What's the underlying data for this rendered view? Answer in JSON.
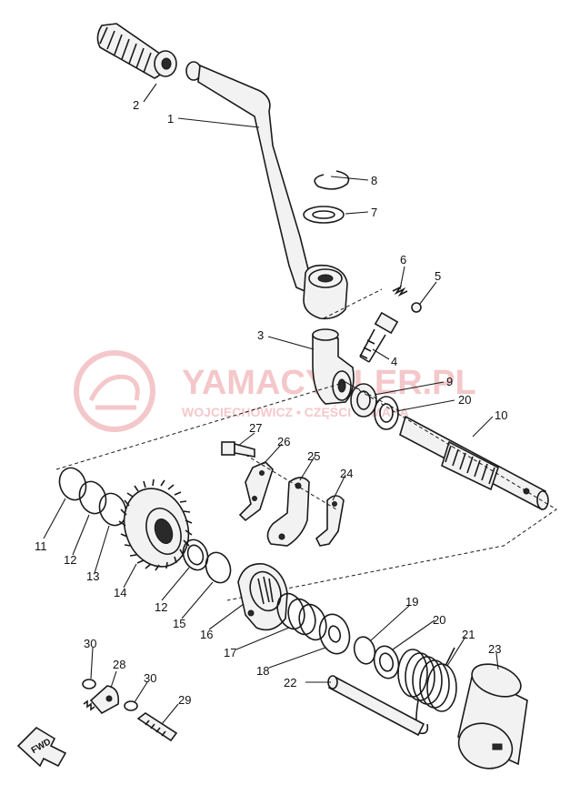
{
  "watermark": {
    "title": "YAMACYKLER.PL",
    "subtitle": "WOJCIECHOWICZ • CZĘŚCI YAMAHA",
    "color": "#e0606a"
  },
  "direction_marker": {
    "label": "FWD"
  },
  "part_numbers": [
    {
      "key": "n1",
      "label": "1"
    },
    {
      "key": "n2",
      "label": "2"
    },
    {
      "key": "n3",
      "label": "3"
    },
    {
      "key": "n4",
      "label": "4"
    },
    {
      "key": "n5",
      "label": "5"
    },
    {
      "key": "n6",
      "label": "6"
    },
    {
      "key": "n7",
      "label": "7"
    },
    {
      "key": "n8",
      "label": "8"
    },
    {
      "key": "n9",
      "label": "9"
    },
    {
      "key": "n10",
      "label": "10"
    },
    {
      "key": "n11",
      "label": "11"
    },
    {
      "key": "n12a",
      "label": "12"
    },
    {
      "key": "n12b",
      "label": "12"
    },
    {
      "key": "n13",
      "label": "13"
    },
    {
      "key": "n14",
      "label": "14"
    },
    {
      "key": "n15",
      "label": "15"
    },
    {
      "key": "n16",
      "label": "16"
    },
    {
      "key": "n17",
      "label": "17"
    },
    {
      "key": "n18",
      "label": "18"
    },
    {
      "key": "n19",
      "label": "19"
    },
    {
      "key": "n20a",
      "label": "20"
    },
    {
      "key": "n20b",
      "label": "20"
    },
    {
      "key": "n21",
      "label": "21"
    },
    {
      "key": "n22",
      "label": "22"
    },
    {
      "key": "n23",
      "label": "23"
    },
    {
      "key": "n24",
      "label": "24"
    },
    {
      "key": "n25",
      "label": "25"
    },
    {
      "key": "n26",
      "label": "26"
    },
    {
      "key": "n27",
      "label": "27"
    },
    {
      "key": "n28",
      "label": "28"
    },
    {
      "key": "n29",
      "label": "29"
    },
    {
      "key": "n30a",
      "label": "30"
    },
    {
      "key": "n30b",
      "label": "30"
    }
  ]
}
